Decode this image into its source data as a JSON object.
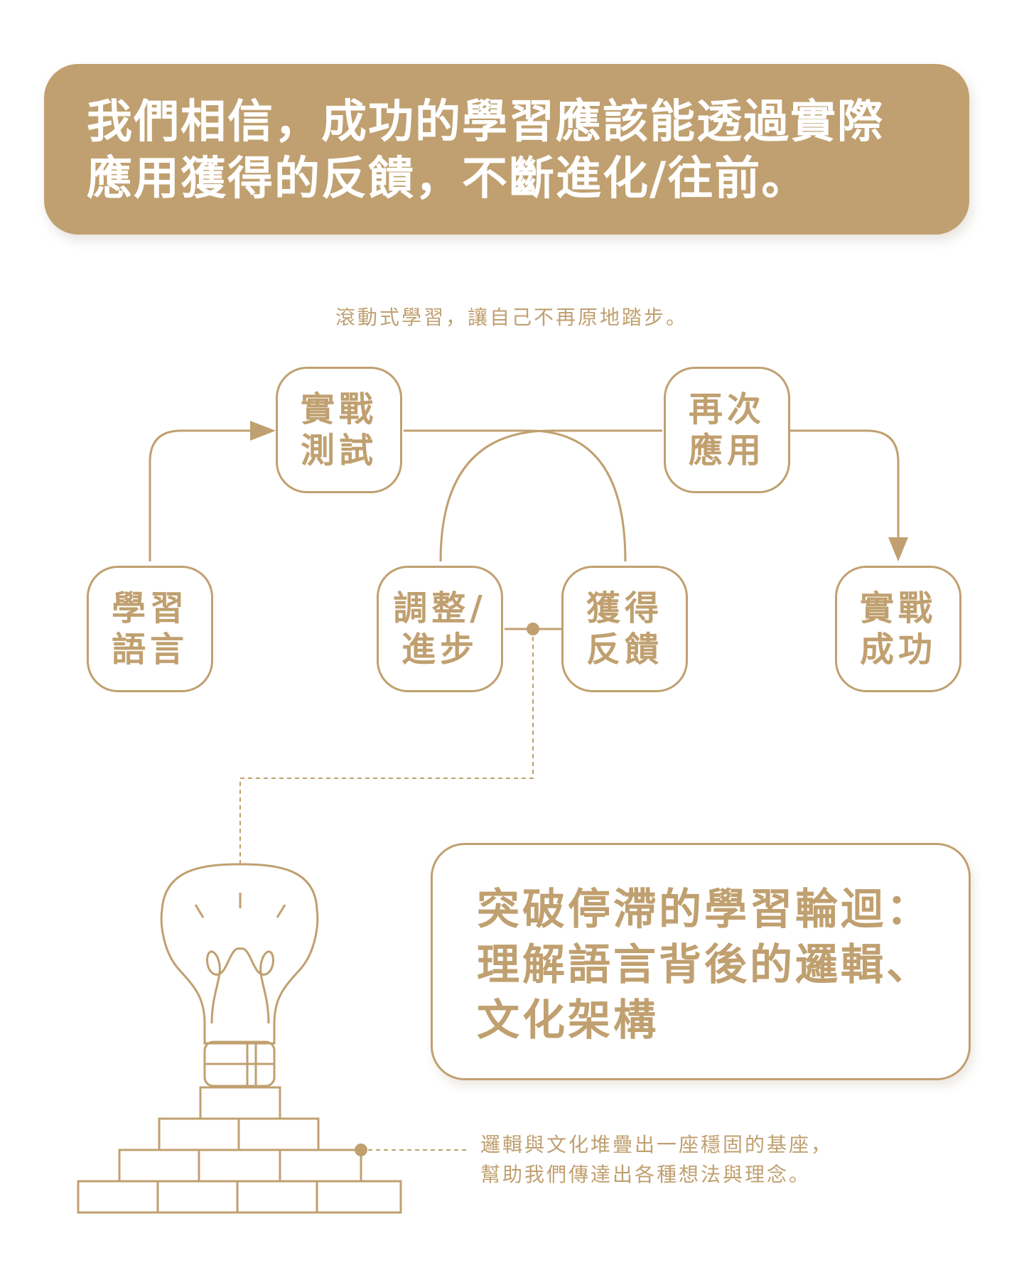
{
  "header": {
    "line1": "我們相信，成功的學習應該能透過實際",
    "line2": "應用獲得的反饋，不斷進化/往前。"
  },
  "subtitle": "滾動式學習，讓自己不再原地踏步。",
  "nodes": {
    "learn": {
      "line1": "學習",
      "line2": "語言"
    },
    "test": {
      "line1": "實戰",
      "line2": "測試"
    },
    "adjust": {
      "line1": "調整/",
      "line2": "進步"
    },
    "feedback": {
      "line1": "獲得",
      "line2": "反饋"
    },
    "reapply": {
      "line1": "再次",
      "line2": "應用"
    },
    "success": {
      "line1": "實戰",
      "line2": "成功"
    }
  },
  "callout": {
    "line1": "突破停滯的學習輪迴：",
    "line2": "理解語言背後的邏輯、",
    "line3": "文化架構"
  },
  "base_caption": {
    "line1": "邏輯與文化堆疊出一座穩固的基座，",
    "line2": "幫助我們傳達出各種想法與理念。"
  },
  "colors": {
    "accent": "#c0a070",
    "background": "#ffffff",
    "banner_text": "#ffffff"
  },
  "icons": [
    "arrow-icon",
    "lightbulb-icon",
    "brick-base-icon"
  ]
}
